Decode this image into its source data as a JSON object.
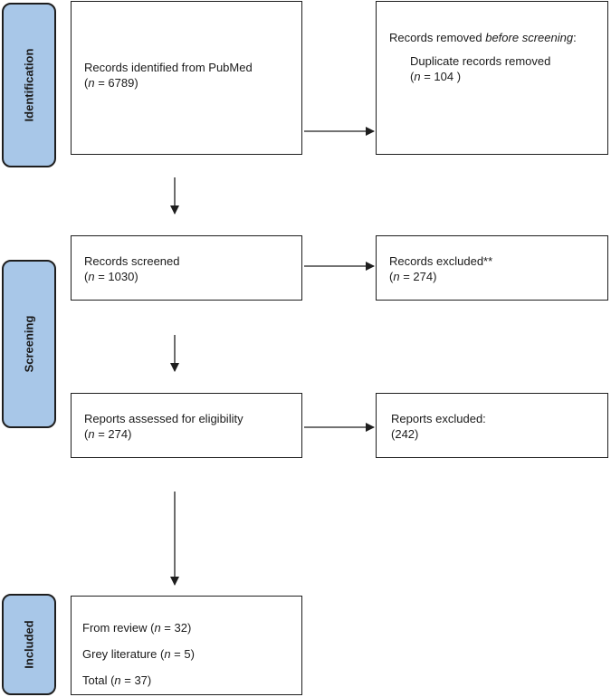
{
  "stages": {
    "identification": "Identification",
    "screening": "Screening",
    "included": "Included"
  },
  "identified": {
    "text": "Records identified from PubMed",
    "paren_open": "(",
    "n_label": "n",
    "value_text": " = 6789)"
  },
  "removed": {
    "line1": "Records removed ",
    "before_screening": "before screening",
    "colon": ":",
    "duplicates": "Duplicate records removed",
    "paren_open": "(",
    "n_label": "n",
    "value_text": " = 104 )"
  },
  "screened": {
    "text": "Records screened",
    "paren_open": "(",
    "n_label": "n",
    "value_text": " = 1030)"
  },
  "records_excluded": {
    "text": "Records excluded**",
    "paren_open": "(",
    "n_label": "n",
    "value_text": " = 274)"
  },
  "assessed": {
    "text": "Reports assessed for eligibility",
    "paren_open": "(",
    "n_label": "n",
    "value_text": " =  274)"
  },
  "reports_excluded": {
    "text": "Reports excluded:",
    "paren_open": "(",
    "value_text": "242)"
  },
  "included": {
    "review_prefix": "From review (",
    "review_n": "n",
    "review_value": " = 32)",
    "grey_prefix": "Grey literature (",
    "grey_n": "n",
    "grey_value": " = 5)",
    "total_prefix": "Total (",
    "total_n": "n",
    "total_value": " = 37)"
  }
}
